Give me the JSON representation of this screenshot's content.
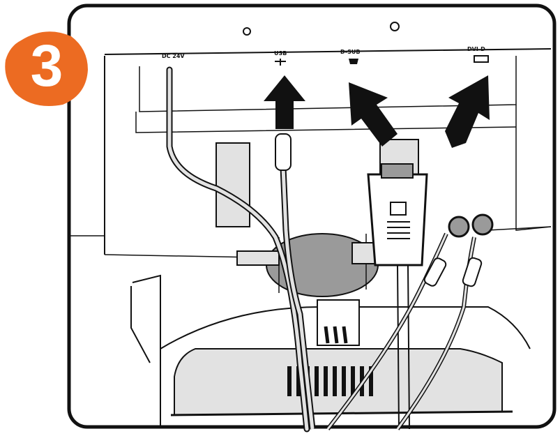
{
  "step": {
    "number": "3"
  },
  "port_labels": {
    "dc_in": "DC 24V",
    "usb": "USB",
    "d_sub": "D-SUB",
    "dvi_d": "DVI-D"
  },
  "colors": {
    "badge": "#ec6b22",
    "ink": "#111111",
    "panel": "#ffffff",
    "shade": "#e2e2e2",
    "dark_shade": "#9a9a9a"
  },
  "icons": [
    "usb-icon",
    "d-sub-port-icon",
    "dvi-d-port-icon",
    "arrow-up-icon"
  ]
}
